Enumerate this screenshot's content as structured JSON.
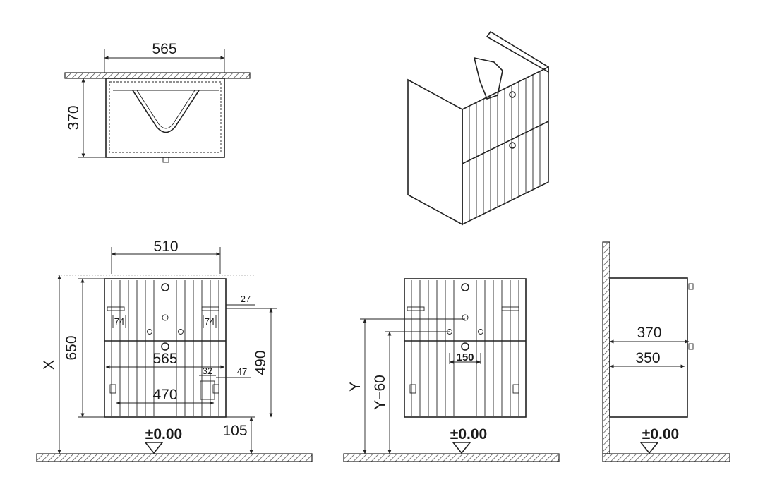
{
  "colors": {
    "ink": "#1a1a1a",
    "floor_hatch": "#555555",
    "background": "#ffffff"
  },
  "top_view": {
    "width": "565",
    "depth": "370"
  },
  "front_view": {
    "top_width": "510",
    "side_offset": "27",
    "left_hole": "74",
    "right_hole": "74",
    "mid_width": "565",
    "pipe_gap": "32",
    "pipe_offset": "47",
    "bottom_width": "470",
    "total_height": "650",
    "installation_height_var": "X",
    "mount_height": "490",
    "floor_clearance": "105",
    "floor_level": "±0.00"
  },
  "middle_view": {
    "hole_spacing": "150",
    "install_height_var": "Y",
    "install_height_offset": "Y−60",
    "floor_level": "±0.00"
  },
  "side_view": {
    "total_depth": "370",
    "body_depth": "350",
    "floor_level": "±0.00"
  }
}
